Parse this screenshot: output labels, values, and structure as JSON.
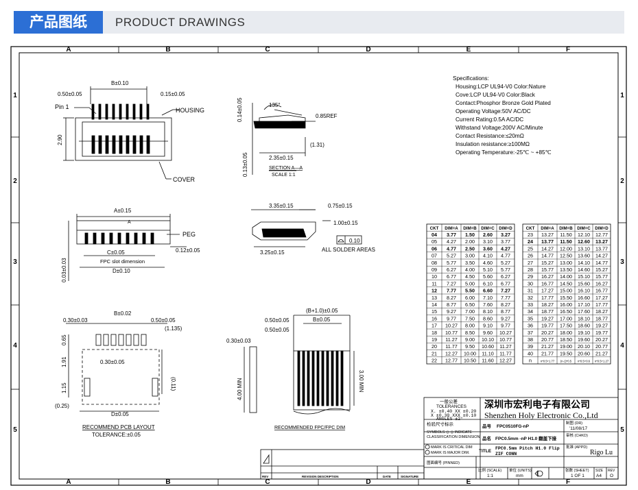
{
  "banner": {
    "title_cn": "产品图纸",
    "title_en": "PRODUCT DRAWINGS"
  },
  "frame": {
    "top_zones": [
      "A",
      "B",
      "C",
      "D",
      "E",
      "F"
    ],
    "side_zones": [
      "1",
      "2",
      "3",
      "4",
      "5"
    ]
  },
  "specs": {
    "title": "Specifications:",
    "lines": [
      "Housing:LCP UL94-V0 Color:Nature",
      "Cove:LCP UL94-V0 Color:Black",
      "Contact:Phosphor Bronze Gold Plated",
      "Operating Voltage:50V AC/DC",
      "Current Rating:0.5A AC/DC",
      "Withstand Voltage:200V AC/Minute",
      "Contact Resistance:≤20mΩ",
      "Insulation resistance:≥100MΩ",
      "Operating Temperature:-25℃ ~ +85℃"
    ]
  },
  "top_view": {
    "dim_b": "B±0.10",
    "dim_pitch": "0.50±0.05",
    "dim_pin": "0.15±0.05",
    "pin1": "Pin 1",
    "housing": "HOUSING",
    "height": "2.90",
    "cover": "COVER"
  },
  "section_view": {
    "angle": "135°",
    "dim_014": "0.14±0.05",
    "dim_085": "0.85REF",
    "dim_131": "(1.31)",
    "dim_235": "2.35±0.15",
    "dim_013": "0.13±0.05",
    "section": "SECTION A—A",
    "scale": "SCALE 1:1"
  },
  "front_view": {
    "dim_a": "A±0.15",
    "label_a": "A",
    "peg": "PEG",
    "dim_c": "C±0.05",
    "fpc_slot": "FPC slot dimension",
    "dim_d": "D±0.10",
    "dim_012": "0.12±0.05",
    "dim_003": "0.03±0.03"
  },
  "side_view": {
    "dim_335": "3.35±0.15",
    "dim_075": "0.75±0.15",
    "dim_100": "1.00±0.15",
    "flatness": "0.10",
    "dim_325": "3.25±0.15",
    "solder": "ALL SOLDER AREAS"
  },
  "pcb_layout": {
    "dim_030": "0.30±0.03",
    "dim_b": "B±0.02",
    "dim_050": "0.50±0.05",
    "dim_1135": "(1.135)",
    "dim_065": "0.65",
    "dim_191": "1.91",
    "dim_030b": "0.30±0.05",
    "dim_011": "(0.11)",
    "dim_115": "1.15",
    "dim_025": "(0.25)",
    "dim_d": "D±0.05",
    "title": "RECOMMEND PCB LAYOUT",
    "tolerance": "TOLERANCE:±0.05"
  },
  "fpc_dim": {
    "dim_b1": "(B+1.0)±0.05",
    "dim_b": "B±0.05",
    "dim_050a": "0.50±0.05",
    "dim_050b": "0.50±0.05",
    "dim_030": "0.30±0.03",
    "dim_400": "4.00 MIN",
    "dim_300": "3.00 MIN",
    "title": "RECOMMENDED FPC/FPC DIM"
  },
  "table": {
    "headers": [
      "CKT",
      "DIM=A",
      "DIM=B",
      "DIM=C",
      "DIM=D"
    ],
    "left_rows": [
      [
        "04",
        "3.77",
        "1.50",
        "2.60",
        "3.27"
      ],
      [
        "05",
        "4.27",
        "2.00",
        "3.10",
        "3.77"
      ],
      [
        "06",
        "4.77",
        "2.50",
        "3.60",
        "4.27"
      ],
      [
        "07",
        "5.27",
        "3.00",
        "4.10",
        "4.77"
      ],
      [
        "08",
        "5.77",
        "3.50",
        "4.60",
        "5.27"
      ],
      [
        "09",
        "6.27",
        "4.00",
        "5.10",
        "5.77"
      ],
      [
        "10",
        "6.77",
        "4.50",
        "5.60",
        "6.27"
      ],
      [
        "11",
        "7.27",
        "5.00",
        "6.10",
        "6.77"
      ],
      [
        "12",
        "7.77",
        "5.50",
        "6.60",
        "7.27"
      ],
      [
        "13",
        "8.27",
        "6.00",
        "7.10",
        "7.77"
      ],
      [
        "14",
        "8.77",
        "6.50",
        "7.60",
        "8.27"
      ],
      [
        "15",
        "9.27",
        "7.00",
        "8.10",
        "8.77"
      ],
      [
        "16",
        "9.77",
        "7.50",
        "8.60",
        "9.27"
      ],
      [
        "17",
        "10.27",
        "8.00",
        "9.10",
        "9.77"
      ],
      [
        "18",
        "10.77",
        "8.50",
        "9.60",
        "10.27"
      ],
      [
        "19",
        "11.27",
        "9.00",
        "10.10",
        "10.77"
      ],
      [
        "20",
        "11.77",
        "9.50",
        "10.60",
        "11.27"
      ],
      [
        "21",
        "12.27",
        "10.00",
        "11.10",
        "11.77"
      ],
      [
        "22",
        "12.77",
        "10.50",
        "11.60",
        "12.27"
      ]
    ],
    "right_rows": [
      [
        "23",
        "13.27",
        "11.50",
        "12.10",
        "12.77"
      ],
      [
        "24",
        "13.77",
        "11.50",
        "12.60",
        "13.27"
      ],
      [
        "25",
        "14.27",
        "12.00",
        "13.10",
        "13.77"
      ],
      [
        "26",
        "14.77",
        "12.50",
        "13.60",
        "14.27"
      ],
      [
        "27",
        "15.27",
        "13.00",
        "14.10",
        "14.77"
      ],
      [
        "28",
        "15.77",
        "13.50",
        "14.60",
        "15.27"
      ],
      [
        "29",
        "16.27",
        "14.00",
        "15.10",
        "15.77"
      ],
      [
        "30",
        "16.77",
        "14.50",
        "15.60",
        "16.27"
      ],
      [
        "31",
        "17.27",
        "15.00",
        "16.10",
        "16.77"
      ],
      [
        "32",
        "17.77",
        "15.50",
        "16.60",
        "17.27"
      ],
      [
        "33",
        "18.27",
        "16.00",
        "17.10",
        "17.77"
      ],
      [
        "34",
        "18.77",
        "16.50",
        "17.60",
        "18.27"
      ],
      [
        "35",
        "19.27",
        "17.00",
        "18.10",
        "18.77"
      ],
      [
        "36",
        "19.77",
        "17.50",
        "18.60",
        "19.27"
      ],
      [
        "37",
        "20.27",
        "18.00",
        "19.10",
        "19.77"
      ],
      [
        "38",
        "20.77",
        "18.50",
        "19.60",
        "20.27"
      ],
      [
        "39",
        "21.27",
        "19.00",
        "20.10",
        "20.77"
      ],
      [
        "40",
        "21.77",
        "19.50",
        "20.60",
        "21.27"
      ],
      [
        "n",
        "n*0.5+1.77",
        "(n-1)*0.5",
        "n*0.5+0.6",
        "n*0.5+1.27"
      ]
    ],
    "bold_rows": [
      "04",
      "06",
      "12",
      "24"
    ]
  },
  "title_block": {
    "tol_cn": "一般公差",
    "tol_title": "TOLERANCES",
    "tol_1": "X. ±0.40   XX ±0.20",
    "tol_2": "X ±0.30   XXX ±0.10",
    "tol_3": "ANGLES   ±2°",
    "company_cn": "深圳市宏利电子有限公司",
    "company_en": "Shenzhen Holy Electronic Co.,Ltd",
    "sym_cn": "检验尺寸标示",
    "sym_1": "SYMBOLS ◎ ◎ INDICATE",
    "sym_2": "CLASSIFICATION DIMENSION",
    "mark_1": "MARK IS CRITICAL DIM",
    "mark_2": "MARK IS MAJOR DIM.",
    "partno_label": "品号",
    "partno": "FPC0510FG-nP",
    "date_label": "制图 (DR)",
    "date": "'11/08/17",
    "check_label": "审核 (CHKD)",
    "name_label": "品名",
    "name": "FPC0.5mm -nP H1.0 翻盖下接",
    "appd_label": "批准 (APPD)",
    "appd": "Rigo Lu",
    "title_label": "TITLE",
    "title_1": "FPC0.5mm  Pitch  H1.0 Flip",
    "title_2": "ZIF  CONN",
    "drawno_label": "图面编号 (PINNED)",
    "scale_label": "比例 (SCALE)",
    "scale": "1:1",
    "unit_label": "单位 (UNITS)",
    "unit": "mm",
    "sheet_label": "张数 (SHEET)",
    "sheet": "1 OF 1",
    "size_label": "SIZE",
    "size": "A4",
    "rev_label": "REV",
    "rev": "O",
    "rev_cols": [
      "REV",
      "REVISION DESCRIPTION",
      "DATE",
      "SIGNATURE"
    ]
  }
}
